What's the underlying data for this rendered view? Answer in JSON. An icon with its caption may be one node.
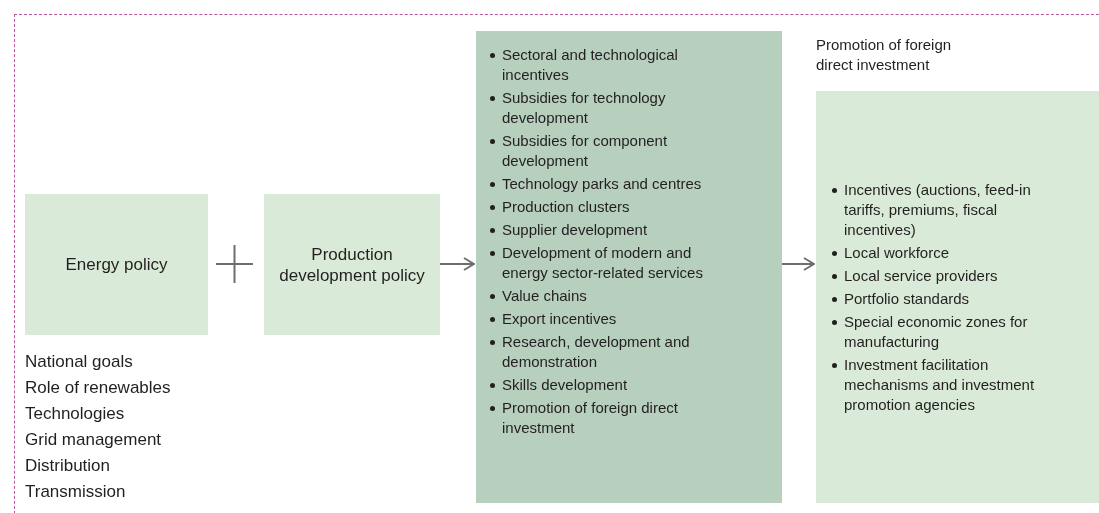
{
  "diagram": {
    "nodes": [
      {
        "text": [
          "Energy policy"
        ],
        "beside": [
          "National goals",
          "Role of renewables",
          "Technologies",
          "Grid management",
          "Distribution",
          "Transmission"
        ]
      },
      {
        "text": [
          "Production development policy"
        ]
      },
      {
        "text": [
          "Sectoral and technological incentives",
          "Subsidies for technology development",
          "Subsidies for component development",
          "Technology parks and centres",
          "Production clusters",
          "Supplier development",
          "Development of modern and energy sector-related services",
          "Value chains",
          "Export incentives",
          "Research, development and demonstration",
          "Skills development",
          "Promotion of foreign direct investment"
        ]
      },
      {
        "text": [
          "Promotion of foreign direct investment",
          "Incentives (auctions, feed-in tariffs, premiums, fiscal incentives)",
          "Local workforce",
          "Local service providers",
          "Portfolio standards",
          "Special economic zones for manufacturing",
          "Investment facilitation mechanisms and investment promotion agencies"
        ]
      }
    ],
    "edges": [
      {
        "from": 1,
        "to": 2,
        "arrow": "to"
      },
      {
        "from": 2,
        "to": 3,
        "arrow": "to"
      }
    ]
  }
}
